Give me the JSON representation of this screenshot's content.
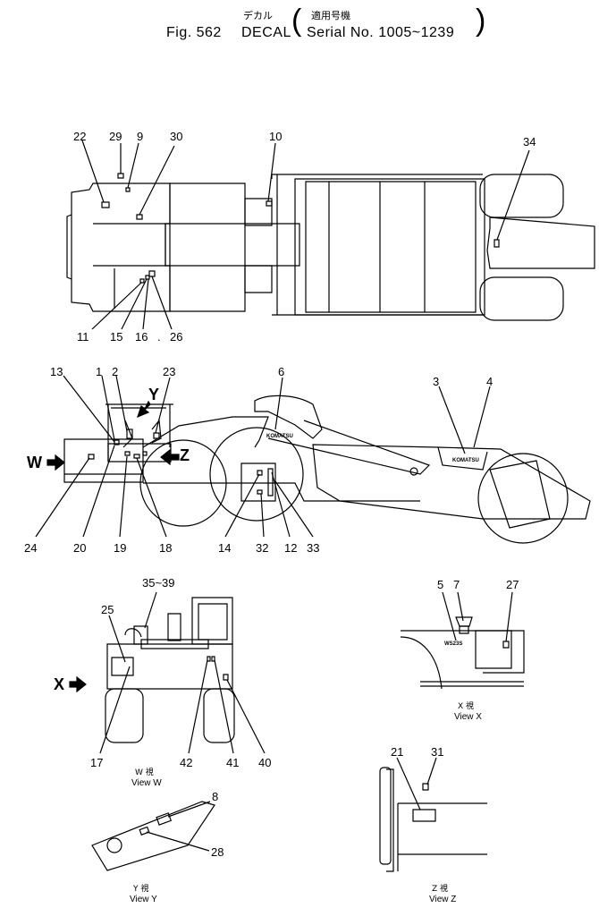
{
  "header": {
    "fig": "Fig. 562",
    "title_jp": "デカル",
    "title_en": "DECAL",
    "serial_jp": "適用号機",
    "serial_en": "Serial No. 1005~1239",
    "paren_open": "(",
    "paren_close": ")"
  },
  "top_view": {
    "callouts": [
      "22",
      "29",
      "9",
      "30",
      "10",
      "34",
      "11",
      "15",
      "16",
      ".",
      "26"
    ]
  },
  "side_view": {
    "callouts": [
      "13",
      "1",
      "2",
      "23",
      "6",
      "3",
      "4",
      "24",
      "20",
      "19",
      "18",
      "14",
      "32",
      "12",
      "33"
    ],
    "arrows": {
      "W": "W",
      "Y": "Y",
      "Z": "Z"
    },
    "decal_text": {
      "komatsu": "KOMATSU",
      "komatsu_small": "KOMATSU"
    }
  },
  "view_w": {
    "callouts": [
      "25",
      "35~39",
      "17",
      "42",
      "41",
      "40"
    ],
    "arrow_label": "X",
    "caption_jp": "W 視",
    "caption_en": "View W"
  },
  "view_x": {
    "callouts": [
      "5",
      "7",
      "27"
    ],
    "model_text": "WS23S",
    "caption_jp": "X 視",
    "caption_en": "View X"
  },
  "view_y": {
    "callouts": [
      "8",
      "28"
    ],
    "caption_jp": "Y 視",
    "caption_en": "View Y"
  },
  "view_z": {
    "callouts": [
      "21",
      "31"
    ],
    "caption_jp": "Z 視",
    "caption_en": "View Z"
  }
}
